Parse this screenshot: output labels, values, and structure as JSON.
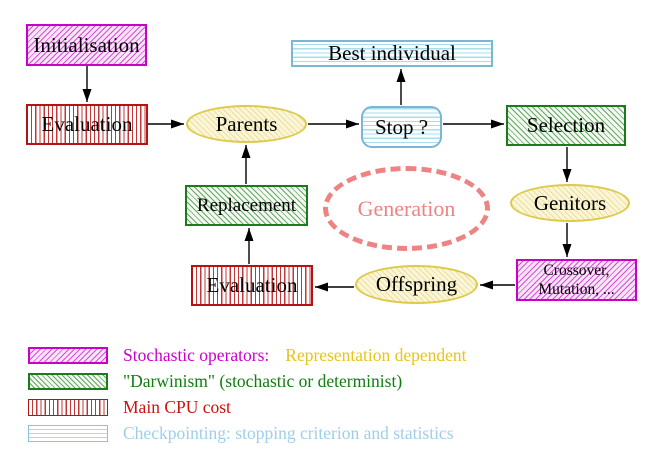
{
  "nodes": {
    "initialisation": {
      "label": "Initialisation"
    },
    "evaluation_top": {
      "label": "Evaluation"
    },
    "parents": {
      "label": "Parents"
    },
    "best_individual": {
      "label": "Best individual"
    },
    "stop": {
      "label": "Stop ?"
    },
    "selection": {
      "label": "Selection"
    },
    "replacement": {
      "label": "Replacement"
    },
    "generation": {
      "label": "Generation"
    },
    "genitors": {
      "label": "Genitors"
    },
    "evaluation_bottom": {
      "label": "Evaluation"
    },
    "offspring": {
      "label": "Offspring"
    },
    "crossover": {
      "line1": "Crossover,",
      "line2": "Mutation, ..."
    }
  },
  "edges": [
    {
      "from": "initialisation",
      "to": "evaluation_top"
    },
    {
      "from": "evaluation_top",
      "to": "parents"
    },
    {
      "from": "parents",
      "to": "stop"
    },
    {
      "from": "stop",
      "to": "best_individual"
    },
    {
      "from": "stop",
      "to": "selection"
    },
    {
      "from": "selection",
      "to": "genitors"
    },
    {
      "from": "genitors",
      "to": "crossover"
    },
    {
      "from": "crossover",
      "to": "offspring"
    },
    {
      "from": "offspring",
      "to": "evaluation_bottom"
    },
    {
      "from": "evaluation_bottom",
      "to": "replacement"
    },
    {
      "from": "replacement",
      "to": "parents"
    }
  ],
  "legend": {
    "rows": [
      {
        "swatch": "magenta-diagonal-hatch",
        "label": "Stochastic operators:",
        "label2": "Representation dependent",
        "label_color": "#cc00cc",
        "label2_color": "#e8c41c"
      },
      {
        "swatch": "green-diagonal-hatch",
        "label": "\"Darwinism\" (stochastic or determinist)",
        "label_color": "#117d11"
      },
      {
        "swatch": "red-vertical-stripes",
        "label": "Main CPU cost",
        "label_color": "#cc1111"
      },
      {
        "swatch": "cyan-horizontal-stripes",
        "label": "Checkpointing: stopping criterion and statistics",
        "label_color": "#9fcfe8"
      }
    ]
  },
  "colors": {
    "magenta_border": "#c800c8",
    "green_border": "#1c7a1c",
    "red_border": "#b51212",
    "cyan_border": "#7db6d2",
    "yellow_border": "#ddca49",
    "salmon_dashed": "#ee8383",
    "arrow": "#000000",
    "background": "#ffffff"
  }
}
